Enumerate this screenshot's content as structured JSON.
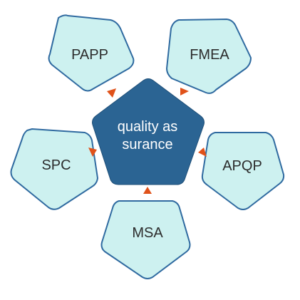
{
  "center": {
    "label_lines": [
      "quality as",
      "surance"
    ]
  },
  "nodes": [
    {
      "id": "papp",
      "label": "PAPP"
    },
    {
      "id": "fmea",
      "label": "FMEA"
    },
    {
      "id": "spc",
      "label": "SPC"
    },
    {
      "id": "apqp",
      "label": "APQP"
    },
    {
      "id": "msa",
      "label": "MSA"
    }
  ],
  "colors": {
    "outer_fill": "#cdf1f0",
    "outer_stroke": "#2f6aa0",
    "center_fill": "#2b6493",
    "arrow": "#e0521a"
  }
}
